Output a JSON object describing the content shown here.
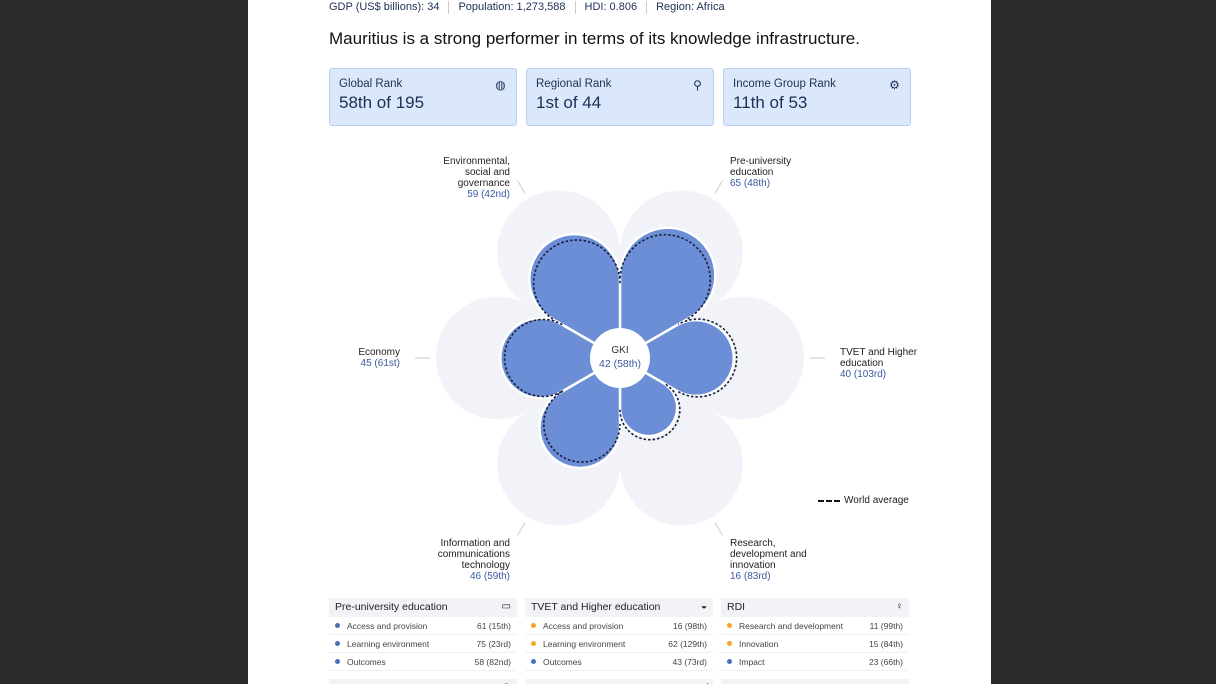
{
  "stats": [
    "GDP (US$ billions): 34",
    "Population: 1,273,588",
    "HDI: 0.806",
    "Region: Africa"
  ],
  "headline": "Mauritius is a strong performer in terms of its knowledge infrastructure.",
  "cards": [
    {
      "label": "Global Rank",
      "value": "58th of 195",
      "icon": "globe-icon"
    },
    {
      "label": "Regional Rank",
      "value": "1st of 44",
      "icon": "map-pin-icon"
    },
    {
      "label": "Income Group Rank",
      "value": "11th of 53",
      "icon": "gear-icon"
    }
  ],
  "chart_data": {
    "type": "radial-petal",
    "center": {
      "label": "GKI",
      "value": "42 (58th)"
    },
    "scale_max": 100,
    "colors": {
      "petal": "#6b8ed6",
      "background": "#f1f3f8",
      "world_average": "#1a1f3a"
    },
    "legend": "World average",
    "pillars": [
      {
        "name": "Pre-university education",
        "value": 65,
        "display": "65 (48th)",
        "world_avg": 61
      },
      {
        "name": "TVET and Higher education",
        "value": 40,
        "display": "40 (103rd)",
        "world_avg": 45
      },
      {
        "name": "Research, development and innovation",
        "value": 16,
        "display": "16 (83rd)",
        "world_avg": 22
      },
      {
        "name": "Information and communications technology",
        "value": 46,
        "display": "46 (59th)",
        "world_avg": 43
      },
      {
        "name": "Economy",
        "value": 45,
        "display": "45 (61st)",
        "world_avg": 44
      },
      {
        "name": "Environmental, social and governance",
        "value": 59,
        "display": "59 (42nd)",
        "world_avg": 56
      }
    ]
  },
  "panels": [
    {
      "title": "Pre-university education",
      "icon": "monitor-icon",
      "rows": [
        {
          "name": "Access and provision",
          "value": "61 (15th)",
          "color": "#4a6fb8"
        },
        {
          "name": "Learning environment",
          "value": "75 (23rd)",
          "color": "#4a6fb8"
        },
        {
          "name": "Outcomes",
          "value": "58 (82nd)",
          "color": "#4a6fb8"
        }
      ]
    },
    {
      "title": "TVET and Higher education",
      "icon": "graduation-cap-icon",
      "rows": [
        {
          "name": "Access and provision",
          "value": "16 (98th)",
          "color": "#f4a62a"
        },
        {
          "name": "Learning environment",
          "value": "62 (129th)",
          "color": "#f4a62a"
        },
        {
          "name": "Outcomes",
          "value": "43 (73rd)",
          "color": "#4a6fb8"
        }
      ]
    },
    {
      "title": "RDI",
      "icon": "lightbulb-icon",
      "rows": [
        {
          "name": "Research and development",
          "value": "11 (99th)",
          "color": "#f4a62a"
        },
        {
          "name": "Innovation",
          "value": "15 (84th)",
          "color": "#f4a62a"
        },
        {
          "name": "Impact",
          "value": "23 (66th)",
          "color": "#4a6fb8"
        }
      ]
    },
    {
      "title": "ICT",
      "icon": "wifi-icon",
      "rows": []
    },
    {
      "title": "Economy",
      "icon": "chart-icon",
      "rows": []
    },
    {
      "title": "ESG",
      "icon": "leaf-icon",
      "rows": []
    }
  ]
}
